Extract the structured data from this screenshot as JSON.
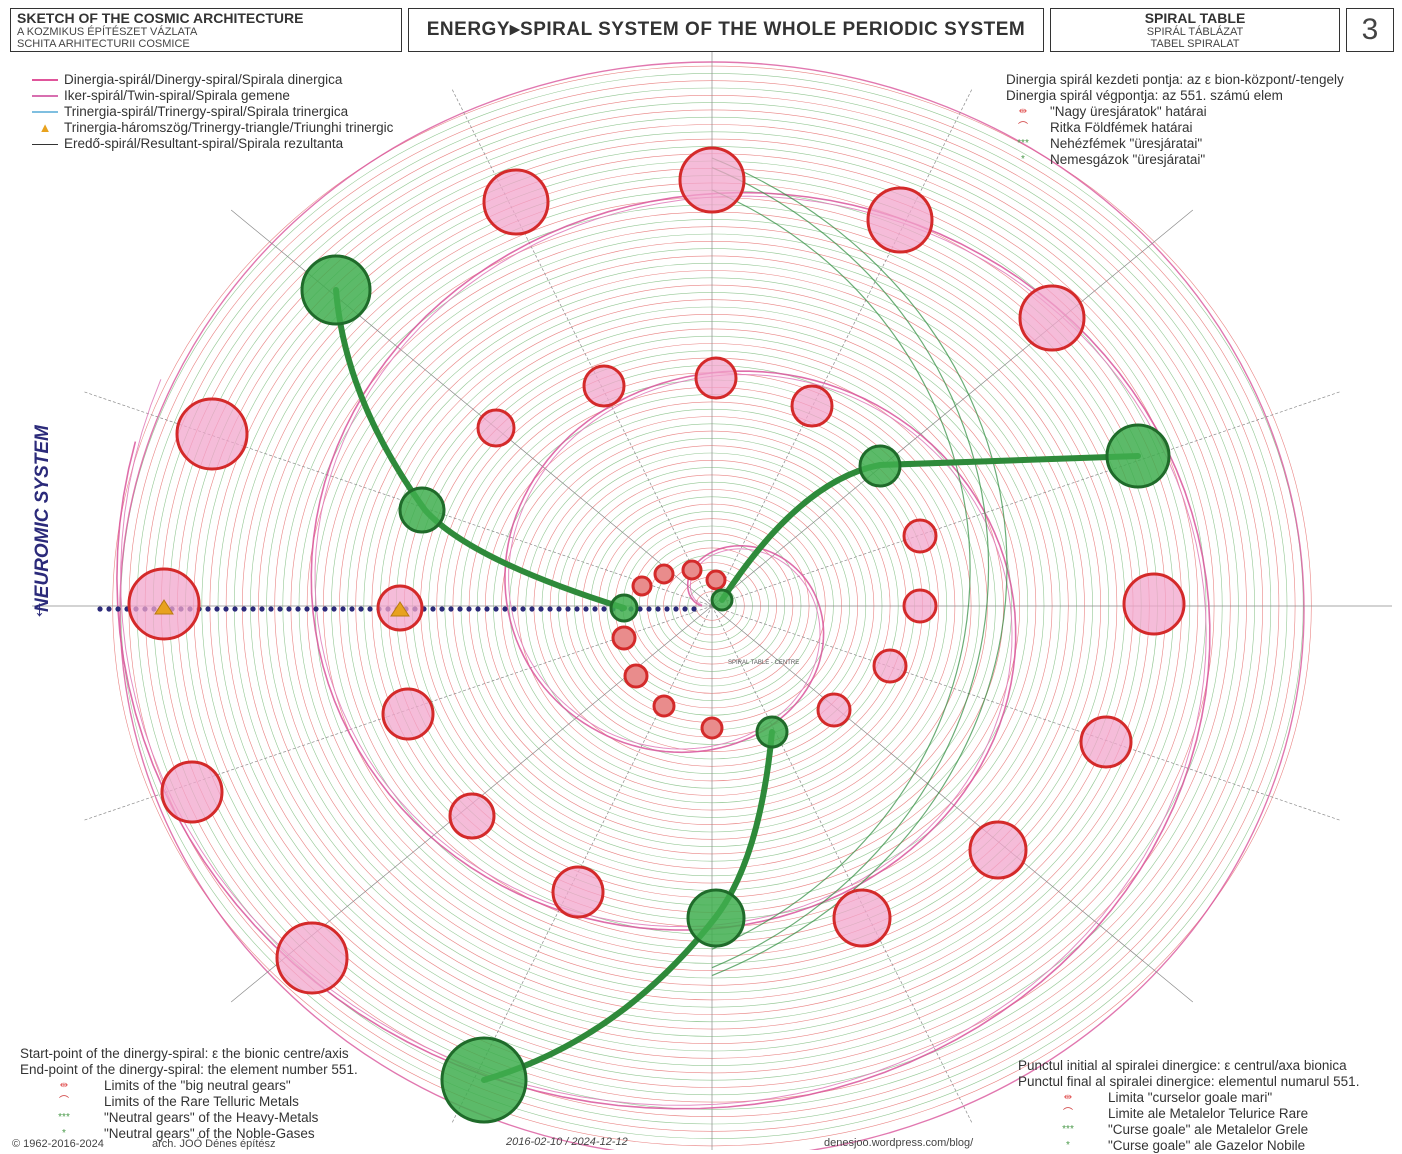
{
  "header": {
    "left": [
      "SKETCH OF THE COSMIC ARCHITECTURE",
      "A KOZMIKUS ÉPÍTÉSZET VÁZLATA",
      "SCHITA ARHITECTURII COSMICE"
    ],
    "title": "ENERGY▸SPIRAL SYSTEM OF THE WHOLE PERIODIC SYSTEM",
    "right": [
      "SPIRAL TABLE",
      "SPIRÁL TÁBLÁZAT",
      "TABEL SPIRALAT"
    ],
    "number": "3"
  },
  "legend_top_left": [
    {
      "label": "Dinergia-spirál/Dinergy-spiral/Spirala dinergica",
      "color": "#e0559b"
    },
    {
      "label": "Iker-spirál/Twin-spiral/Spirala gemene",
      "color": "#d86fb0"
    },
    {
      "label": "Trinergia-spirál/Trinergy-spiral/Spirala trinergica",
      "color": "#7fbfe0"
    },
    {
      "label": "Trinergia-háromszög/Trinergy-triangle/Triunghi trinergic",
      "color": "#e8a21e"
    },
    {
      "label": "Eredő-spirál/Resultant-spiral/Spirala rezultanta",
      "color": "#333333"
    }
  ],
  "legend_top_right": {
    "lines": [
      "Dinergia spirál kezdeti pontja: az ε bion-központ/-tengely",
      "Dinergia spirál végpontja: az 551. számú elem"
    ],
    "items": [
      "\"Nagy üresjáratok\" határai",
      "Ritka Földfémek határai",
      "Nehézfémek \"üresjáratai\"",
      "Nemesgázok \"üresjáratai\""
    ]
  },
  "legend_bottom_left": {
    "lines": [
      "Start-point of the dinergy-spiral:  ε the bionic centre/axis",
      "End-point of the dinergy-spiral: the element number 551."
    ],
    "items": [
      "Limits of the \"big neutral gears\"",
      "Limits of the Rare Telluric Metals",
      "\"Neutral gears\" of the Heavy-Metals",
      "\"Neutral gears\" of the Noble-Gases"
    ]
  },
  "legend_bottom_right": {
    "lines": [
      "Punctul initial al spiralei dinergice:  ε  centrul/axa bionica",
      "Punctul final al spiralei dinergice: elementul numarul 551."
    ],
    "items": [
      "Limita \"curselor goale mari\"",
      "Limite ale Metalelor Telurice Rare",
      "\"Curse goale\" ale Metalelor Grele",
      "\"Curse goale\" ale Gazelor Nobile"
    ]
  },
  "side_label": "NEUROMIC SYSTEM",
  "center_label": "SPIRAL TABLE - CENTRE",
  "footer": {
    "copyright": "© 1962-2016-2024",
    "author": "arch. JOÓ Dénes  építész",
    "dates": "2016-02-10 / 2024-12-12",
    "url": "denesjoo.wordpress.com/blog/"
  },
  "colors": {
    "ring_red": "#e25a5a",
    "ring_green": "#6fb46f",
    "pink_fill": "#f2a6cc",
    "red_stroke": "#d42a2a",
    "green_fill": "#3fae4f",
    "green_stroke": "#1f6b2a",
    "pink_spiral": "#d9559b",
    "dot_blue": "#2b2a7a"
  }
}
